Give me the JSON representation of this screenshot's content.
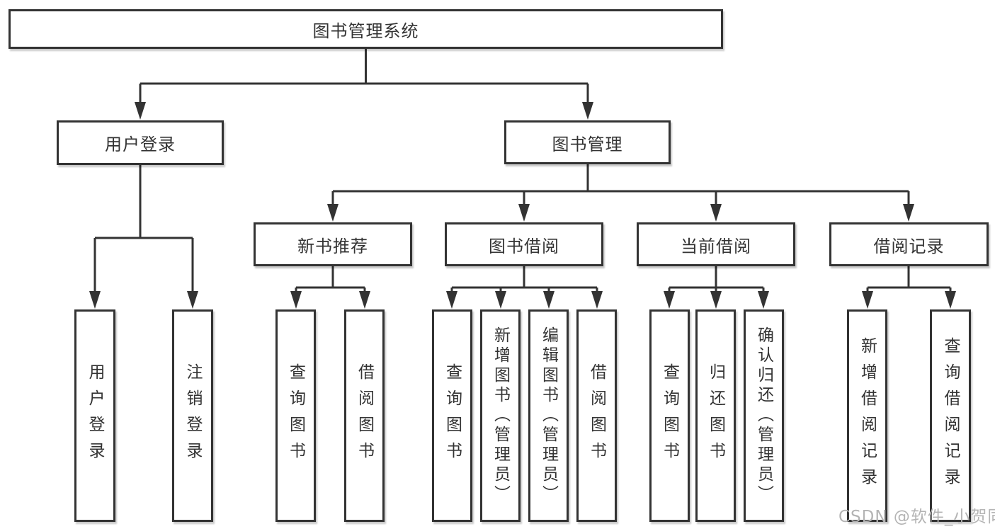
{
  "diagram": {
    "root": "图书管理系统",
    "branches": [
      {
        "label": "用户登录",
        "children": [
          "用户登录",
          "注销登录"
        ]
      },
      {
        "label": "图书管理",
        "groups": [
          {
            "label": "新书推荐",
            "children": [
              "查询图书",
              "借阅图书"
            ]
          },
          {
            "label": "图书借阅",
            "children": [
              "查询图书",
              "新增图书（管理员）",
              "编辑图书（管理员）",
              "借阅图书"
            ]
          },
          {
            "label": "当前借阅",
            "children": [
              "查询图书",
              "归还图书",
              "确认归还（管理员）"
            ]
          },
          {
            "label": "借阅记录",
            "children": [
              "新增借阅记录",
              "查询借阅记录"
            ]
          }
        ]
      }
    ]
  },
  "watermark": {
    "text": "CSDN @软件_小贺同学"
  },
  "colors": {
    "line": "#333333",
    "box_border": "#333333",
    "box_fill": "#ffffff",
    "text": "#333333",
    "watermark": "#b4b4b4",
    "background": "#ffffff"
  }
}
